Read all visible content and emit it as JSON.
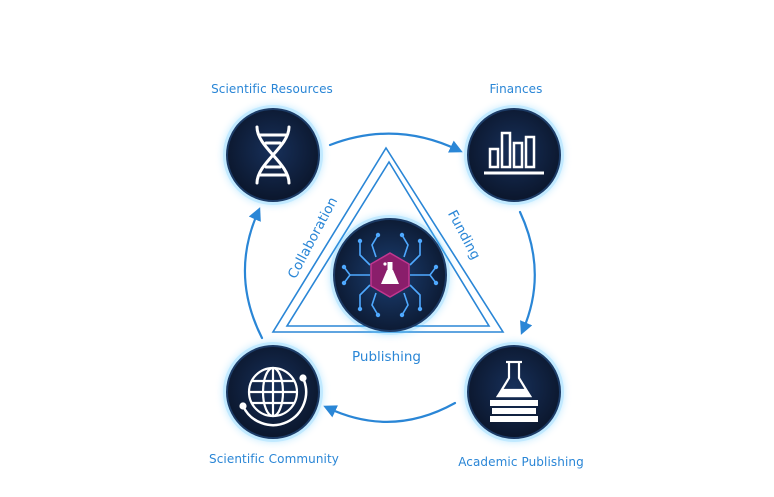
{
  "nodes": {
    "scientific_resources": "Scientific Resources",
    "finances": "Finances",
    "academic_publishing": "Academic Publishing",
    "scientific_community": "Scientific Community"
  },
  "edges": {
    "collaboration": "Collaboration",
    "funding": "Funding",
    "publishing": "Publishing"
  },
  "icons": {
    "scientific_resources": "dna-icon",
    "finances": "bar-chart-icon",
    "academic_publishing": "flask-books-icon",
    "scientific_community": "globe-icon",
    "center": "circuit-flask-icon"
  },
  "colors": {
    "accent": "#2a86d6",
    "circle_fill": "#0b1a33",
    "glow": "#4fc3ff",
    "center_flask_bg": "#8a1e6b"
  }
}
